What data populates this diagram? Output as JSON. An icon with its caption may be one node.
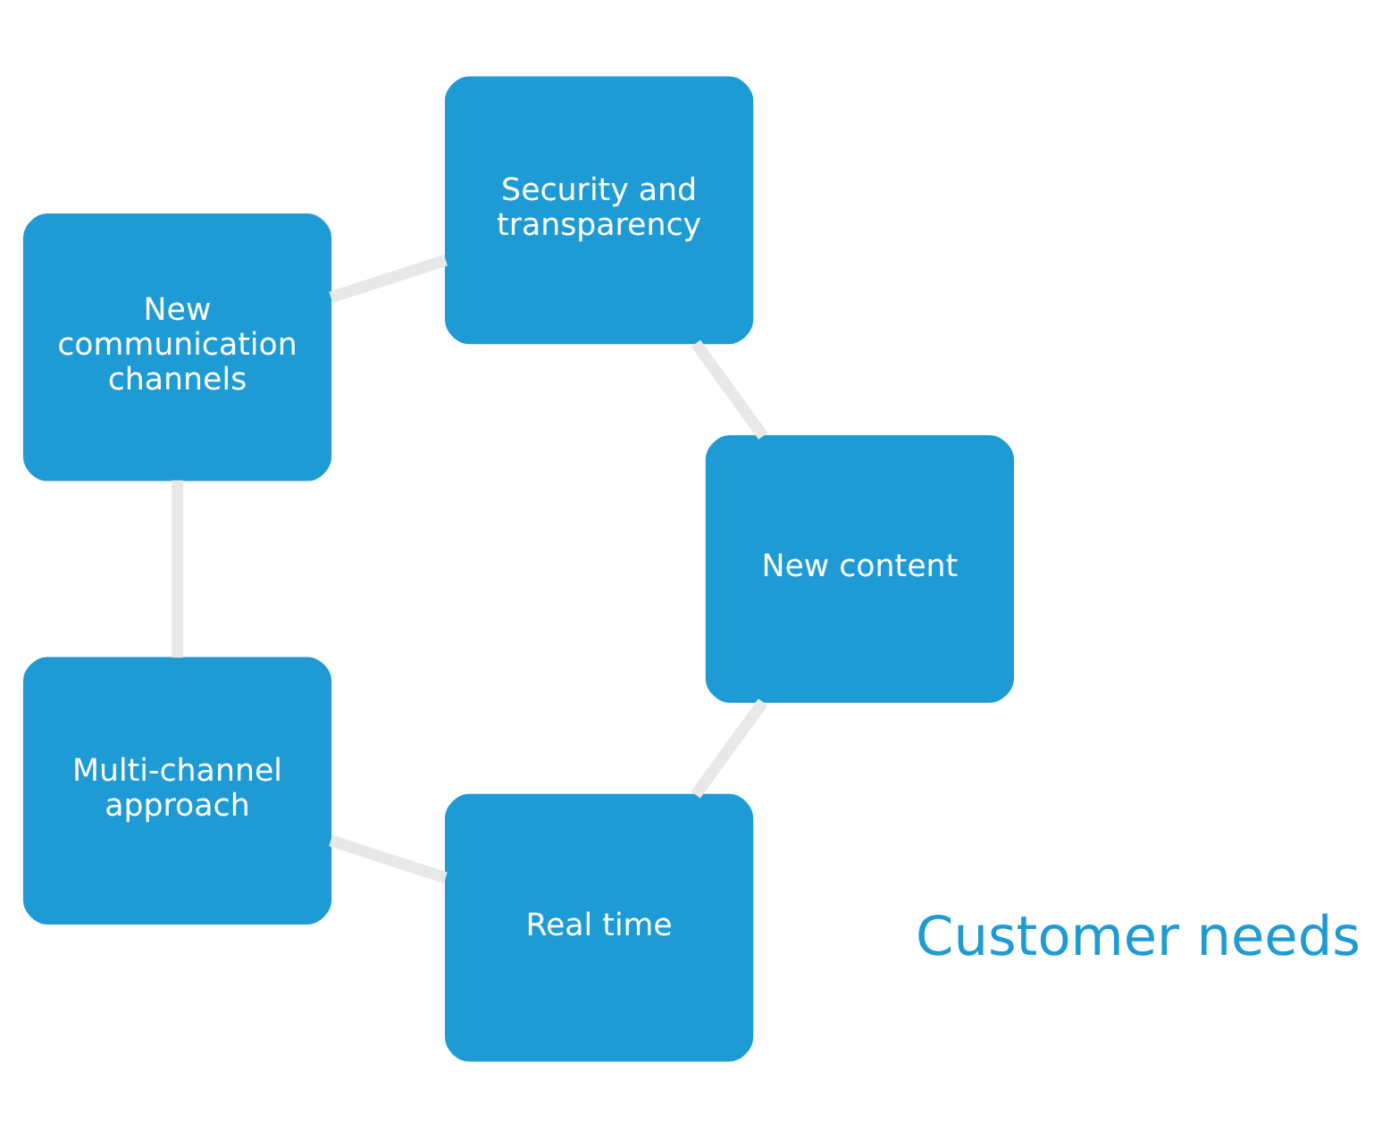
{
  "diagram": {
    "nodes": [
      {
        "text": [
          "Real time"
        ]
      },
      {
        "text": [
          "New content"
        ]
      },
      {
        "text": [
          "Multi-channel approach"
        ]
      },
      {
        "text": [
          "Security and transparency"
        ]
      },
      {
        "text": [
          "New communication channels"
        ]
      }
    ],
    "edges": [
      {
        "from": 0,
        "to": 2,
        "arrow": "none"
      },
      {
        "from": 2,
        "to": 4,
        "arrow": "none"
      },
      {
        "from": 4,
        "to": 3,
        "arrow": "none"
      },
      {
        "from": 3,
        "to": 1,
        "arrow": "none"
      },
      {
        "from": 1,
        "to": 0,
        "arrow": "none"
      }
    ],
    "labels": [
      "Customer needs"
    ]
  }
}
